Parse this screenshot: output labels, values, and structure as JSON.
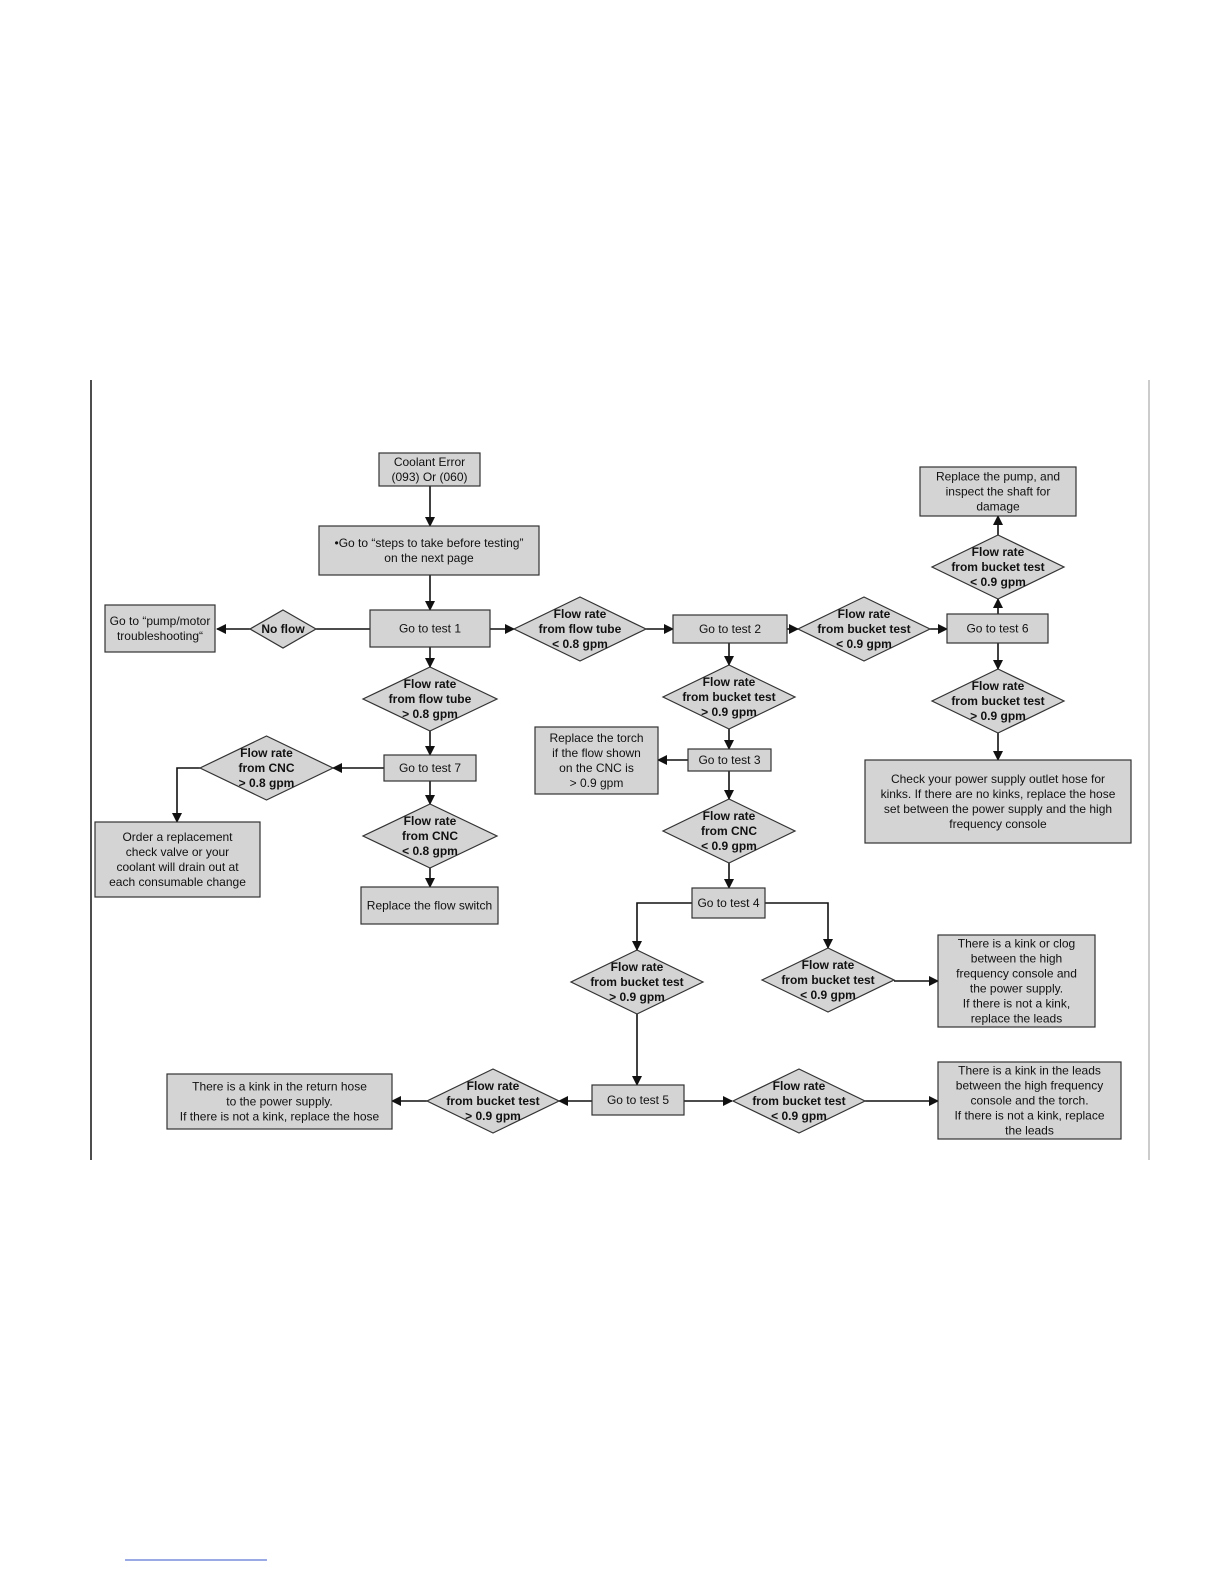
{
  "colors": {
    "shape_fill": "#d4d4d4",
    "shape_stroke": "#333333",
    "line": "#111111"
  },
  "nodes": {
    "coolant_error": [
      "Coolant Error",
      "(093) Or (060)"
    ],
    "steps_before": [
      "•Go to “steps to take before testing”",
      "on the next page"
    ],
    "test1": [
      "Go to test 1"
    ],
    "no_flow": [
      "No flow"
    ],
    "pump_motor": [
      "Go to “pump/motor",
      "troubleshooting“"
    ],
    "d_flowtube_lt": [
      "Flow rate",
      "from flow tube",
      "< 0.8 gpm"
    ],
    "test2": [
      "Go to test 2"
    ],
    "d_bucket_lt_a": [
      "Flow rate",
      "from bucket test",
      "< 0.9 gpm"
    ],
    "test6": [
      "Go to test 6"
    ],
    "d_bucket_lt_b": [
      "Flow rate",
      "from bucket test",
      "< 0.9 gpm"
    ],
    "replace_pump": [
      "Replace the pump, and",
      "inspect the shaft for",
      "damage"
    ],
    "d_bucket_gt_b": [
      "Flow rate",
      "from bucket test",
      "> 0.9 gpm"
    ],
    "check_outlet": [
      "Check your power supply outlet hose for",
      "kinks. If there are no kinks, replace the hose",
      "set between the power supply and the high",
      "frequency console"
    ],
    "d_flowtube_gt": [
      "Flow rate",
      "from flow tube",
      "> 0.8 gpm"
    ],
    "test7": [
      "Go to test 7"
    ],
    "d_cnc_gt_a": [
      "Flow rate",
      "from CNC",
      "> 0.8 gpm"
    ],
    "order_valve": [
      "Order a replacement",
      "check valve or your",
      "coolant will drain out at",
      "each consumable change"
    ],
    "d_cnc_lt_a": [
      "Flow rate",
      "from CNC",
      "< 0.8 gpm"
    ],
    "replace_switch": [
      "Replace the flow switch"
    ],
    "d_bucket_gt_a": [
      "Flow rate",
      "from bucket test",
      "> 0.9 gpm"
    ],
    "test3": [
      "Go to test 3"
    ],
    "replace_torch": [
      "Replace the torch",
      "if the flow shown",
      "on the CNC is",
      "> 0.9 gpm"
    ],
    "d_cnc_lt_b": [
      "Flow rate",
      "from CNC",
      "< 0.9 gpm"
    ],
    "test4": [
      "Go to test 4"
    ],
    "d_bucket_gt_c": [
      "Flow rate",
      "from bucket test",
      "> 0.9 gpm"
    ],
    "d_bucket_lt_c": [
      "Flow rate",
      "from bucket test",
      "< 0.9 gpm"
    ],
    "kink_clog": [
      "There is a kink or clog",
      "between the high",
      "frequency console and",
      "the power supply.",
      "If there is not a kink,",
      "replace the leads"
    ],
    "test5": [
      "Go to test 5"
    ],
    "d_bucket_gt_d": [
      "Flow rate",
      "from bucket test",
      "> 0.9 gpm"
    ],
    "kink_return": [
      "There is a kink in the return hose",
      "to the power supply.",
      "If there is not a kink, replace the hose"
    ],
    "d_bucket_lt_d": [
      "Flow rate",
      "from bucket test",
      "< 0.9 gpm"
    ],
    "kink_leads": [
      "There is a kink in the leads",
      "between the high frequency",
      "console and the torch.",
      "If there is not a kink, replace",
      "the leads"
    ]
  }
}
